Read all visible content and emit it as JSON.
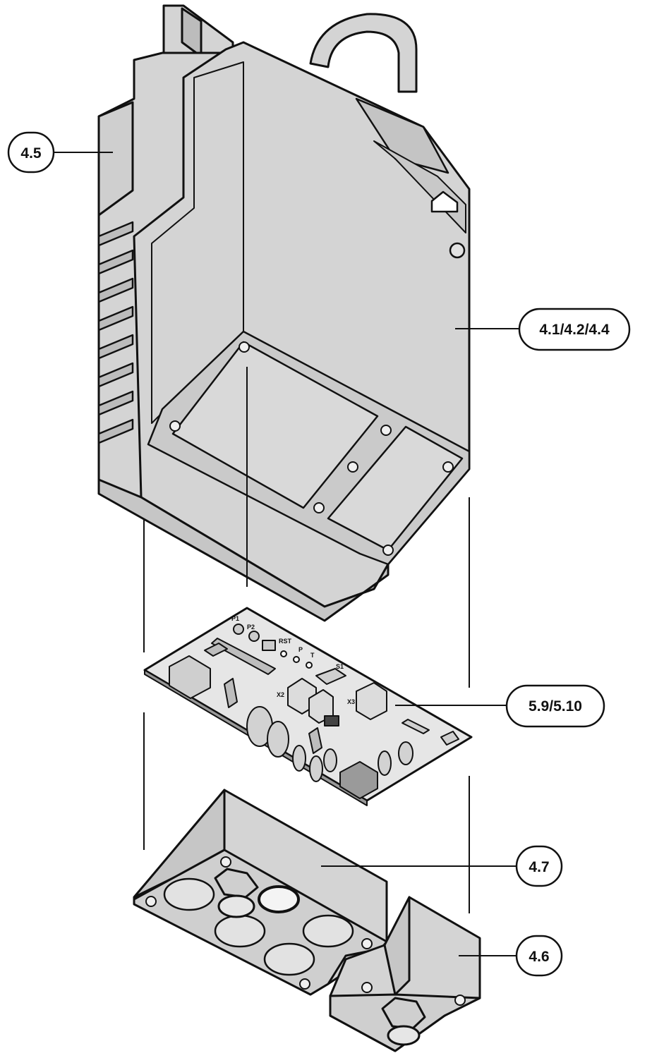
{
  "callouts": [
    {
      "id": "c45",
      "label": "4.5"
    },
    {
      "id": "c41",
      "label": "4.1/4.2/4.4"
    },
    {
      "id": "c59",
      "label": "5.9/5.10"
    },
    {
      "id": "c47",
      "label": "4.7"
    },
    {
      "id": "c46",
      "label": "4.6"
    }
  ],
  "pcb_labels": {
    "p1": "P1",
    "p2": "P2",
    "rst": "RST",
    "p": "P",
    "t": "T",
    "s1": "S1",
    "x2": "X2",
    "x3": "X3"
  },
  "colors": {
    "outline": "#111111",
    "body_fill": "#d4d4d4",
    "body_dark": "#bcbcbc",
    "pcb_fill": "#e6e6e6",
    "background": "#ffffff"
  }
}
